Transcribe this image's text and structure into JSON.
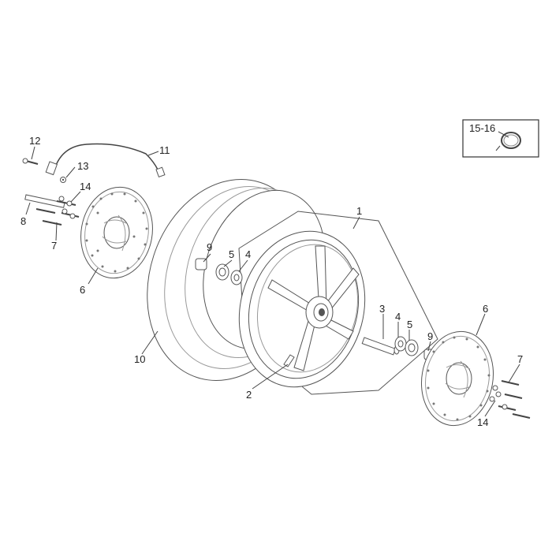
{
  "labels": {
    "p1": "1",
    "p2": "2",
    "p3": "3",
    "p4_left": "4",
    "p4_right": "4",
    "p5_left": "5",
    "p5_right": "5",
    "p6_left": "6",
    "p6_right": "6",
    "p7_left": "7",
    "p7_right": "7",
    "p8": "8",
    "p9_left": "9",
    "p9_right": "9",
    "p10": "10",
    "p11": "11",
    "p12": "12",
    "p13": "13",
    "p14_left": "14",
    "p14_right": "14",
    "inset": "15-16"
  }
}
